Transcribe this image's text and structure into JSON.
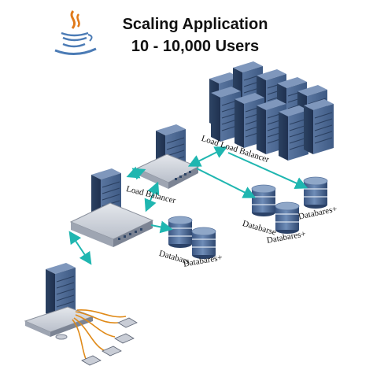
{
  "title": {
    "line1": "Scaling Application",
    "line2": "10 - 10,000 Users"
  },
  "labels": {
    "load_balancer_left": "Load Balancer",
    "load_balancer_right": "Load Load Balancer",
    "db_left_1": "Databars",
    "db_left_2": "Databares+",
    "db_right_1": "Databarse",
    "db_right_2": "Databares+",
    "db_right_3": "Databares+"
  },
  "icons": [
    "java-coffee-cup-icon",
    "server-rack-icon",
    "load-balancer-icon",
    "database-icon",
    "workstation-icon"
  ],
  "colors": {
    "server": "#4b6690",
    "server_dark": "#2e4566",
    "connector": "#1fb6b0",
    "cable": "#e08a18",
    "appliance": "#c9cdd6"
  }
}
